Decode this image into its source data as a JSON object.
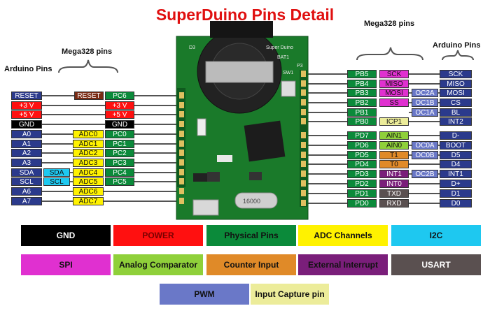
{
  "title": "SuperDuino Pins Detail",
  "headers": {
    "arduino_left": "Arduino Pins",
    "mega_left": "Mega328 pins",
    "mega_right": "Mega328 pins",
    "arduino_right": "Arduino Pins"
  },
  "board": {
    "brand": "Super Duino",
    "silk_d3": "D3",
    "silk_bat": "BAT1",
    "silk_sw": "SW1",
    "silk_p3": "P3",
    "crystal": "16000"
  },
  "left_pins": [
    {
      "arduino": "RESET",
      "mega": "RESET",
      "port": "PC6"
    },
    {
      "arduino": "+3 V",
      "mega": "+3 V"
    },
    {
      "arduino": "+5 V",
      "mega": "+5 V"
    },
    {
      "arduino": "GND",
      "mega": "GND"
    },
    {
      "arduino": "A0",
      "alt": "ADC0",
      "port": "PC0"
    },
    {
      "arduino": "A1",
      "alt": "ADC1",
      "port": "PC1"
    },
    {
      "arduino": "A2",
      "alt": "ADC2",
      "port": "PC2"
    },
    {
      "arduino": "A3",
      "alt": "ADC3",
      "port": "PC3"
    },
    {
      "arduino": "SDA",
      "i2c": "SDA",
      "alt": "ADC4",
      "port": "PC4"
    },
    {
      "arduino": "SCL",
      "i2c": "SCL",
      "alt": "ADC5",
      "port": "PC5"
    },
    {
      "arduino": "A6",
      "alt": "ADC6"
    },
    {
      "arduino": "A7",
      "alt": "ADC7"
    }
  ],
  "right_pins": [
    {
      "port": "PB5",
      "f1": "SCK",
      "arduino": "SCK"
    },
    {
      "port": "PB4",
      "f1": "MISO",
      "arduino": "MISO"
    },
    {
      "port": "PB3",
      "f1": "MOSI",
      "f2": "OC2A",
      "arduino": "MOSI"
    },
    {
      "port": "PB2",
      "f1": "SS",
      "f2": "OC1B",
      "arduino": "CS"
    },
    {
      "port": "PB1",
      "f2": "OC1A",
      "arduino": "BL"
    },
    {
      "port": "PB0",
      "f1": "ICP1",
      "arduino": "INT2"
    },
    {
      "port": "PD7",
      "f1": "AIN1",
      "arduino": "D-"
    },
    {
      "port": "PD6",
      "f1": "AIN0",
      "f2": "OC0A",
      "arduino": "BOOT"
    },
    {
      "port": "PD5",
      "f1": "T1",
      "f2": "OC0B",
      "arduino": "D5"
    },
    {
      "port": "PD4",
      "f1": "T0",
      "arduino": "D4"
    },
    {
      "port": "PD3",
      "f1": "INT1",
      "f2": "OC2B",
      "arduino": "INT1"
    },
    {
      "port": "PD2",
      "f1": "INT0",
      "arduino": "D+"
    },
    {
      "port": "PD1",
      "f1": "TXD",
      "arduino": "D1"
    },
    {
      "port": "PD0",
      "f1": "RXD",
      "arduino": "D0"
    }
  ],
  "legend": [
    {
      "label": "GND",
      "color": "#000000",
      "text": "#ffffff"
    },
    {
      "label": "POWER",
      "color": "#ff1010",
      "text": "#7a0000"
    },
    {
      "label": "Physical Pins",
      "color": "#0b8a3a",
      "text": "#111111"
    },
    {
      "label": "ADC Channels",
      "color": "#fff200",
      "text": "#111111"
    },
    {
      "label": "I2C",
      "color": "#1ec8f0",
      "text": "#111111"
    },
    {
      "label": "SPI",
      "color": "#e030d0",
      "text": "#111111"
    },
    {
      "label": "Analog Comparator",
      "color": "#8fd03a",
      "text": "#111111"
    },
    {
      "label": "Counter Input",
      "color": "#e08a28",
      "text": "#111111"
    },
    {
      "label": "External Interrupt",
      "color": "#7a1e7a",
      "text": "#111111"
    },
    {
      "label": "USART",
      "color": "#5a5050",
      "text": "#ffffff"
    },
    {
      "label": "PWM",
      "color": "#6a78c8",
      "text": "#111111"
    },
    {
      "label": "Input Capture pin",
      "color": "#ecec9a",
      "text": "#111111"
    }
  ],
  "colors": {
    "title": "#e01010",
    "pcb": "#1a7a2a",
    "wire": "#1a1a1a"
  }
}
